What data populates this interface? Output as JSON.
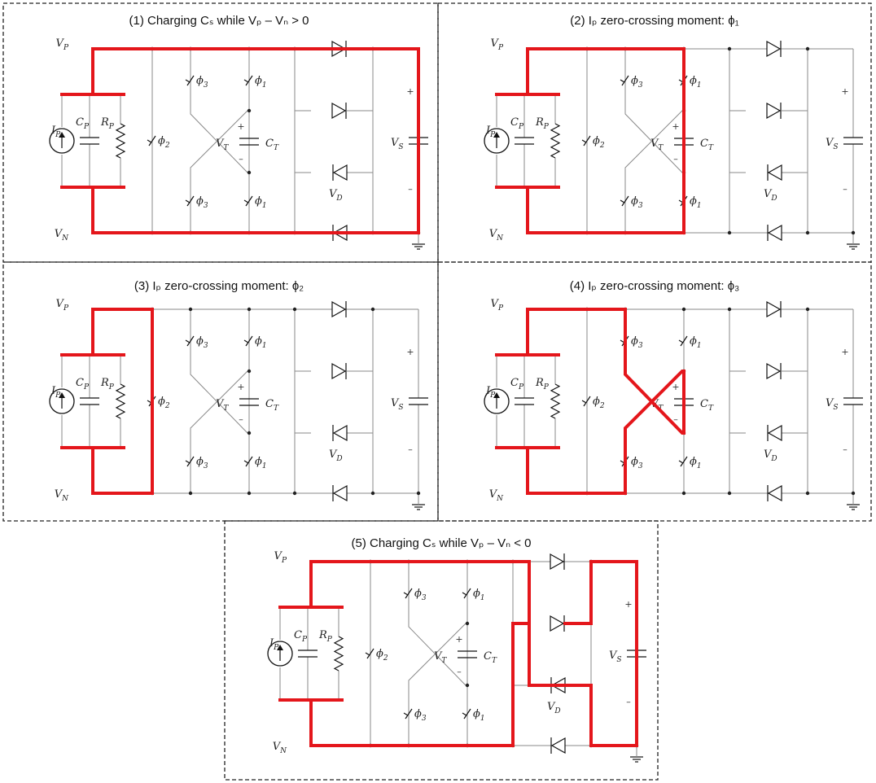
{
  "panels": [
    {
      "title": "(1) Charging Cₛ while Vₚ – Vₙ > 0"
    },
    {
      "title": "(2) Iₚ zero-crossing moment: ϕ₁"
    },
    {
      "title": "(3) Iₚ zero-crossing moment: ϕ₂"
    },
    {
      "title": "(4) Iₚ zero-crossing moment: ϕ₃"
    },
    {
      "title": "(5) Charging Cₛ while Vₚ – Vₙ < 0"
    }
  ],
  "labels": {
    "vp": "V",
    "vp_sub": "P",
    "vn": "V",
    "vn_sub": "N",
    "ip": "I",
    "ip_sub": "P",
    "cp": "C",
    "cp_sub": "P",
    "rp": "R",
    "rp_sub": "P",
    "vt": "V",
    "vt_sub": "T",
    "ct": "C",
    "ct_sub": "T",
    "vs": "V",
    "vs_sub": "S",
    "vd": "V",
    "vd_sub": "D",
    "phi": "ϕ",
    "one": "1",
    "two": "2",
    "three": "3",
    "plus": "+",
    "minus": "–"
  },
  "colors": {
    "highlight": "#e4161b",
    "wire": "#8a8a8a",
    "component": "#111111"
  }
}
